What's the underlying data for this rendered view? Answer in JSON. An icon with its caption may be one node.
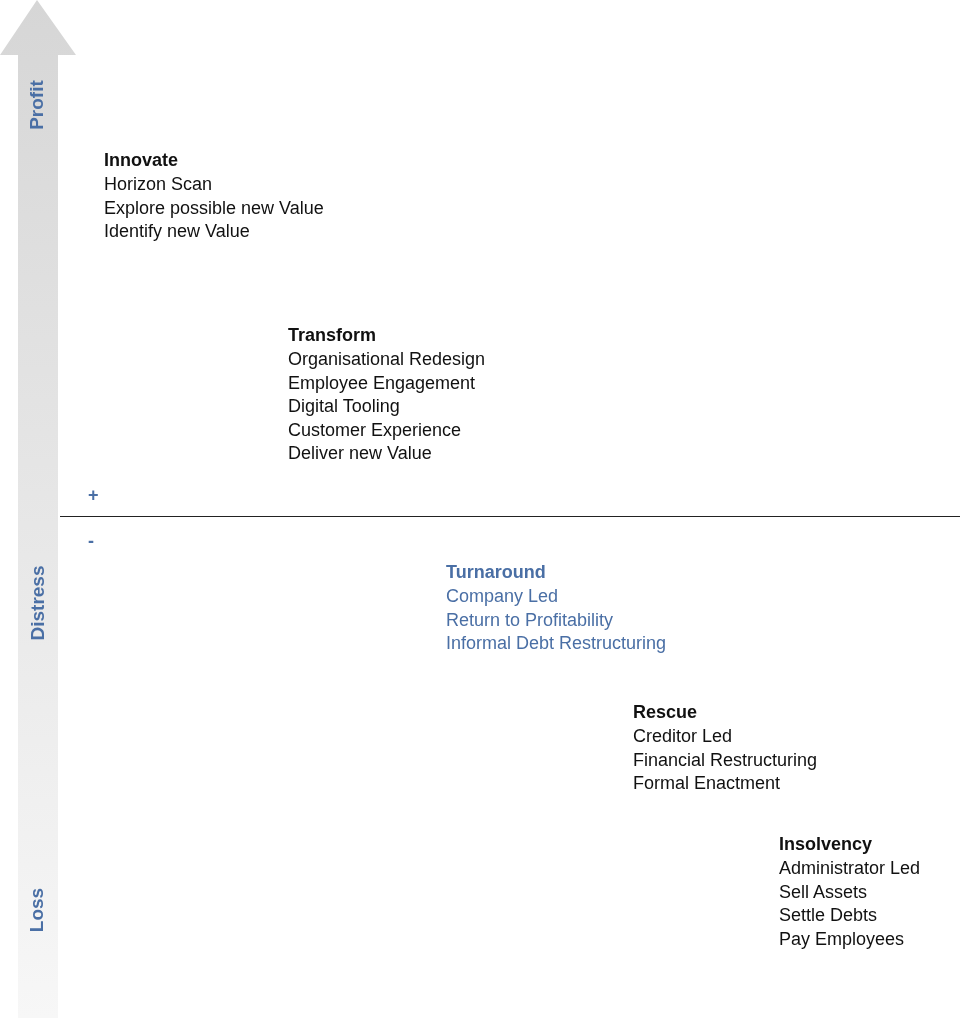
{
  "diagram": {
    "labels": [
      "Profit",
      "Distress",
      "Loss",
      "+",
      "-",
      "Innovate",
      "Horizon Scan",
      "Explore possible new Value",
      "Identify new Value",
      "Transform",
      "Organisational Redesign",
      "Employee Engagement",
      "Digital Tooling",
      "Customer Experience",
      "Deliver new Value",
      "Turnaround",
      "Company Led",
      "Return to Profitability",
      "Informal Debt Restructuring",
      "Rescue",
      "Creditor Led",
      "Financial Restructuring",
      "Formal Enactment",
      "Insolvency",
      "Administrator Led",
      "Sell Assets",
      "Settle Debts",
      "Pay Employees"
    ]
  }
}
